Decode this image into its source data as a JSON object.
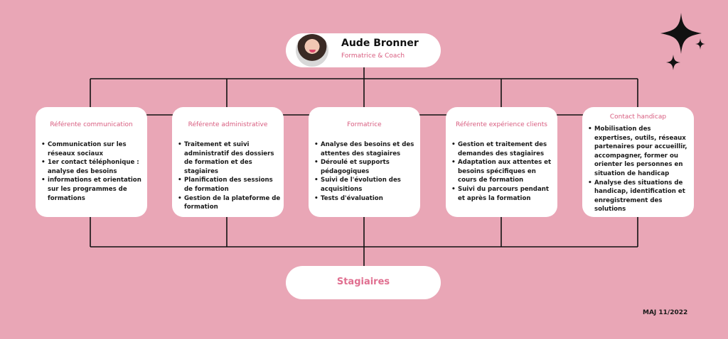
{
  "top": {
    "name": "Aude Bronner",
    "role": "Formatrice & Coach"
  },
  "cards": [
    {
      "title": "Référente communication",
      "items": [
        "Communication sur les réseaux sociaux",
        "1er contact téléphonique : analyse des besoins",
        "informations et orientation sur les programmes de formations"
      ]
    },
    {
      "title": "Référente administrative",
      "items": [
        "Traitement et suivi administratif des dossiers de formation et des stagiaires",
        "Planification des sessions de formation",
        "Gestion de la plateforme de formation"
      ]
    },
    {
      "title": "Formatrice",
      "items": [
        "Analyse des besoins et des attentes des stagiaires",
        "Déroulé et supports pédagogiques",
        "Suivi de l'évolution des acquisitions",
        "Tests d'évaluation"
      ]
    },
    {
      "title": "Référente expérience clients",
      "items": [
        "Gestion et traitement des demandes des stagiaires",
        "Adaptation aux attentes et besoins spécifiques en cours de formation",
        "Suivi du parcours pendant et après la formation"
      ]
    },
    {
      "title": "Contact handicap",
      "items": [
        "Mobilisation des expertises, outils, réseaux partenaires pour accueillir, accompagner, former ou orienter les personnes en situation de handicap",
        "Analyse des situations de handicap, identification et enregistrement des solutions"
      ]
    }
  ],
  "bottom": {
    "label": "Stagiaires"
  },
  "footer": {
    "note": "MAJ 11/2022"
  },
  "colors": {
    "background": "#e9a6b6",
    "accent": "#d85c7f",
    "line": "#111111"
  },
  "icons": {
    "sparkle": "four-point-star-icon"
  }
}
